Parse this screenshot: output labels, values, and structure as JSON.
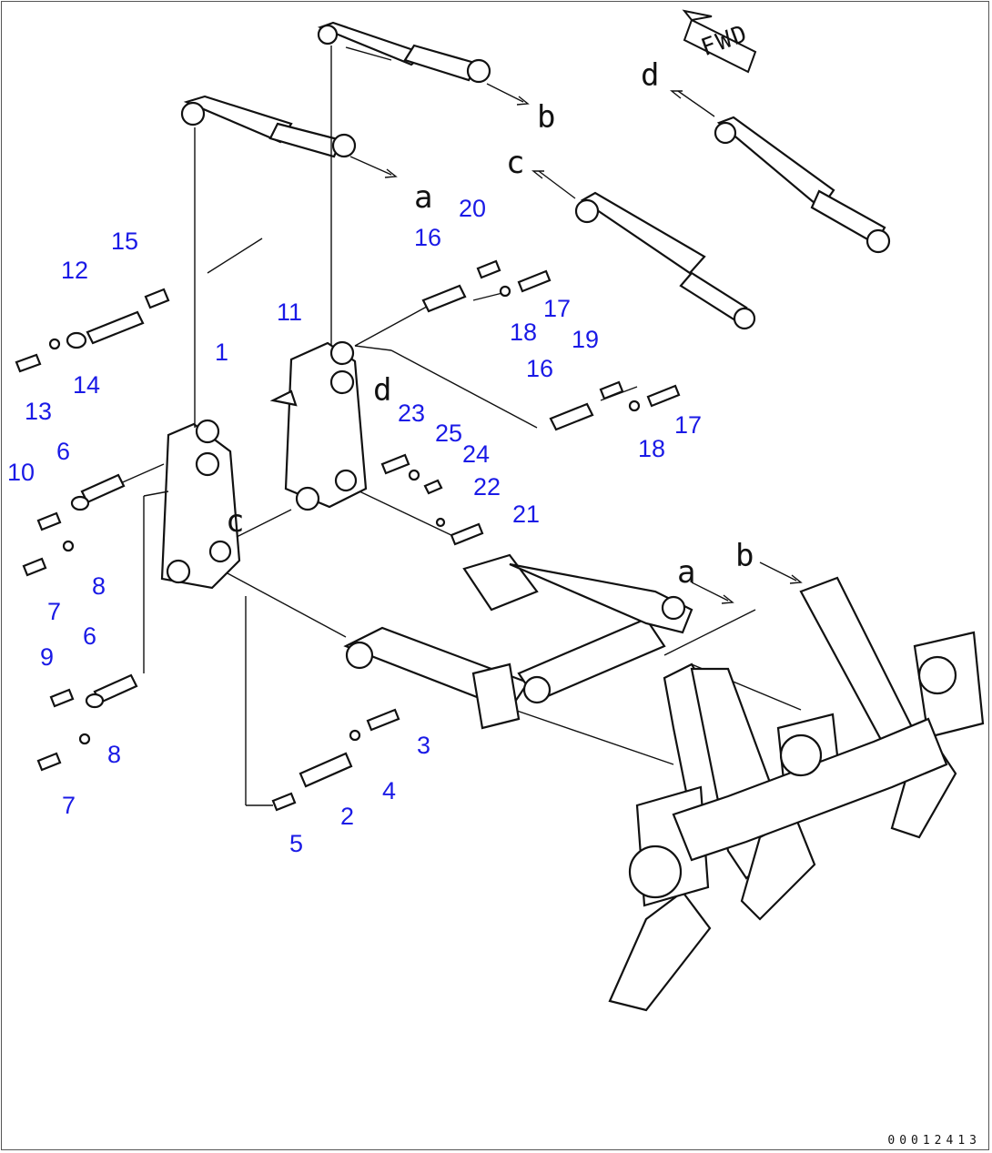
{
  "diagram": {
    "callouts": [
      {
        "id": "1",
        "label": "1"
      },
      {
        "id": "2",
        "label": "2"
      },
      {
        "id": "3",
        "label": "3"
      },
      {
        "id": "4",
        "label": "4"
      },
      {
        "id": "5",
        "label": "5"
      },
      {
        "id": "6a",
        "label": "6"
      },
      {
        "id": "6b",
        "label": "6"
      },
      {
        "id": "7a",
        "label": "7"
      },
      {
        "id": "7b",
        "label": "7"
      },
      {
        "id": "8a",
        "label": "8"
      },
      {
        "id": "8b",
        "label": "8"
      },
      {
        "id": "9",
        "label": "9"
      },
      {
        "id": "10",
        "label": "10"
      },
      {
        "id": "11",
        "label": "11"
      },
      {
        "id": "12",
        "label": "12"
      },
      {
        "id": "13",
        "label": "13"
      },
      {
        "id": "14",
        "label": "14"
      },
      {
        "id": "15",
        "label": "15"
      },
      {
        "id": "16a",
        "label": "16"
      },
      {
        "id": "16b",
        "label": "16"
      },
      {
        "id": "17a",
        "label": "17"
      },
      {
        "id": "17b",
        "label": "17"
      },
      {
        "id": "18a",
        "label": "18"
      },
      {
        "id": "18b",
        "label": "18"
      },
      {
        "id": "19",
        "label": "19"
      },
      {
        "id": "20",
        "label": "20"
      },
      {
        "id": "21",
        "label": "21"
      },
      {
        "id": "22",
        "label": "22"
      },
      {
        "id": "23",
        "label": "23"
      },
      {
        "id": "24",
        "label": "24"
      },
      {
        "id": "25",
        "label": "25"
      }
    ],
    "ref_letters": {
      "a_top": "a",
      "b_top": "b",
      "c_top": "c",
      "d_top": "d",
      "c_bracket": "c",
      "d_bracket": "d",
      "a_lower": "a",
      "b_lower": "b"
    },
    "fwd_label": "FWD",
    "doc_number": "00012413"
  }
}
